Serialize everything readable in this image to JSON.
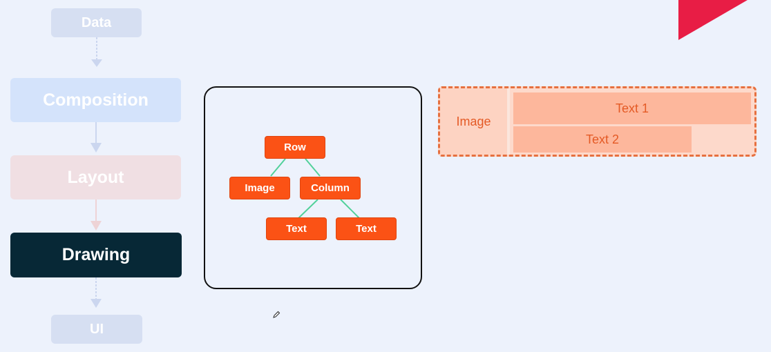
{
  "pipeline": {
    "data": "Data",
    "composition": "Composition",
    "layout": "Layout",
    "drawing": "Drawing",
    "ui": "UI"
  },
  "tree": {
    "row": "Row",
    "image": "Image",
    "column": "Column",
    "text_left": "Text",
    "text_right": "Text"
  },
  "preview": {
    "image": "Image",
    "text1": "Text 1",
    "text2": "Text 2"
  },
  "colors": {
    "accent": "#fb5215",
    "active_stage": "#072836",
    "edge": "#52d19a",
    "corner": "#e81d45"
  }
}
